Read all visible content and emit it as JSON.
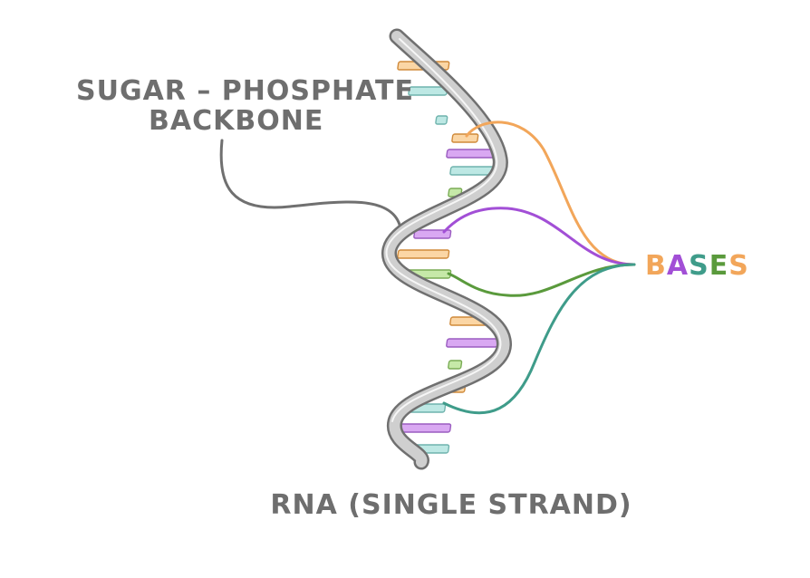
{
  "labels": {
    "backbone_line1": "SUGAR – PHOSPHATE",
    "backbone_line2": "BACKBONE",
    "caption": "RNA (SINGLE STRAND)",
    "bases_letters": [
      "B",
      "A",
      "S",
      "E",
      "S"
    ]
  },
  "colors": {
    "text": "#6e6e6e",
    "backbone": "#cfcfcf",
    "outline": "#707070",
    "orange": "#f2a65a",
    "purple": "#a24fd6",
    "green": "#5a9a3c",
    "teal": "#3f9c8a",
    "peach": "#fbd6a5",
    "lilac": "#d9a8f2",
    "mint": "#bde8e4",
    "lime": "#c6e9a8",
    "bases_letter_colors": [
      "#f2a65a",
      "#a24fd6",
      "#3f9c8a",
      "#5a9a3c",
      "#f2a65a"
    ]
  },
  "base_colors": [
    "peach",
    "mint",
    "mint",
    "peach",
    "lilac",
    "mint",
    "lime",
    "lilac",
    "peach",
    "lime",
    "mint",
    "peach",
    "lilac",
    "lime",
    "peach",
    "mint",
    "lilac",
    "mint"
  ]
}
